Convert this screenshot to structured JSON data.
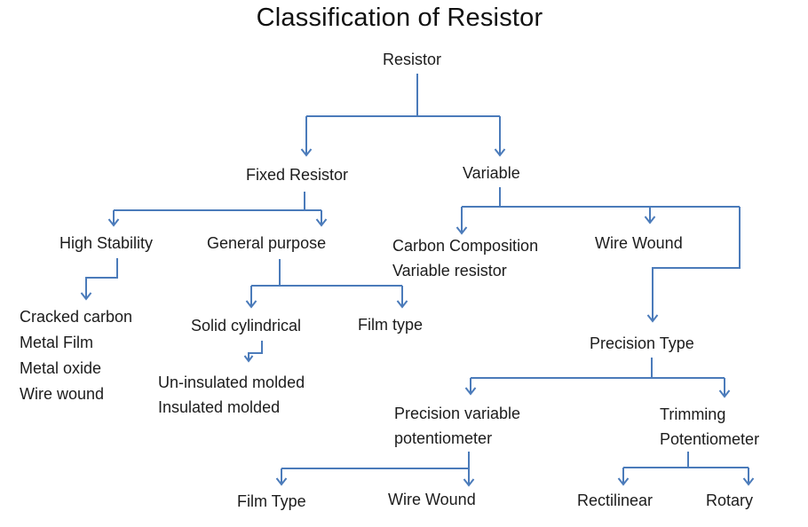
{
  "title": "Classification of Resistor",
  "colors": {
    "line": "#4b7bba",
    "text": "#1c1c1c"
  },
  "nodes": {
    "resistor": "Resistor",
    "fixed_resistor": "Fixed Resistor",
    "variable": "Variable",
    "high_stability": "High Stability",
    "general_purpose": "General purpose",
    "carbon_composition_line1": "Carbon Composition",
    "carbon_composition_line2": "Variable resistor",
    "wire_wound_variable": "Wire Wound",
    "high_stability_types": [
      "Cracked carbon",
      "Metal Film",
      "Metal oxide",
      "Wire wound"
    ],
    "solid_cylindrical": "Solid cylindrical",
    "film_type_general": "Film type",
    "molded_types": [
      "Un-insulated molded",
      "Insulated molded"
    ],
    "precision_type": "Precision Type",
    "precision_variable_line1": "Precision variable",
    "precision_variable_line2": "potentiometer",
    "trimming_line1": "Trimming",
    "trimming_line2": "Potentiometer",
    "film_type_precision": "Film Type",
    "wire_wound_precision": "Wire Wound",
    "rectilinear": "Rectilinear",
    "rotary": "Rotary"
  },
  "hierarchy": {
    "Resistor": {
      "Fixed Resistor": {
        "High Stability": [
          "Cracked carbon",
          "Metal Film",
          "Metal oxide",
          "Wire wound"
        ],
        "General purpose": {
          "Solid cylindrical": [
            "Un-insulated molded",
            "Insulated molded"
          ],
          "Film type": []
        }
      },
      "Variable": {
        "Carbon Composition Variable resistor": [],
        "Wire Wound": {
          "Precision Type": {
            "Precision variable potentiometer": [
              "Film Type",
              "Wire Wound"
            ],
            "Trimming Potentiometer": [
              "Rectilinear",
              "Rotary"
            ]
          }
        }
      }
    }
  }
}
